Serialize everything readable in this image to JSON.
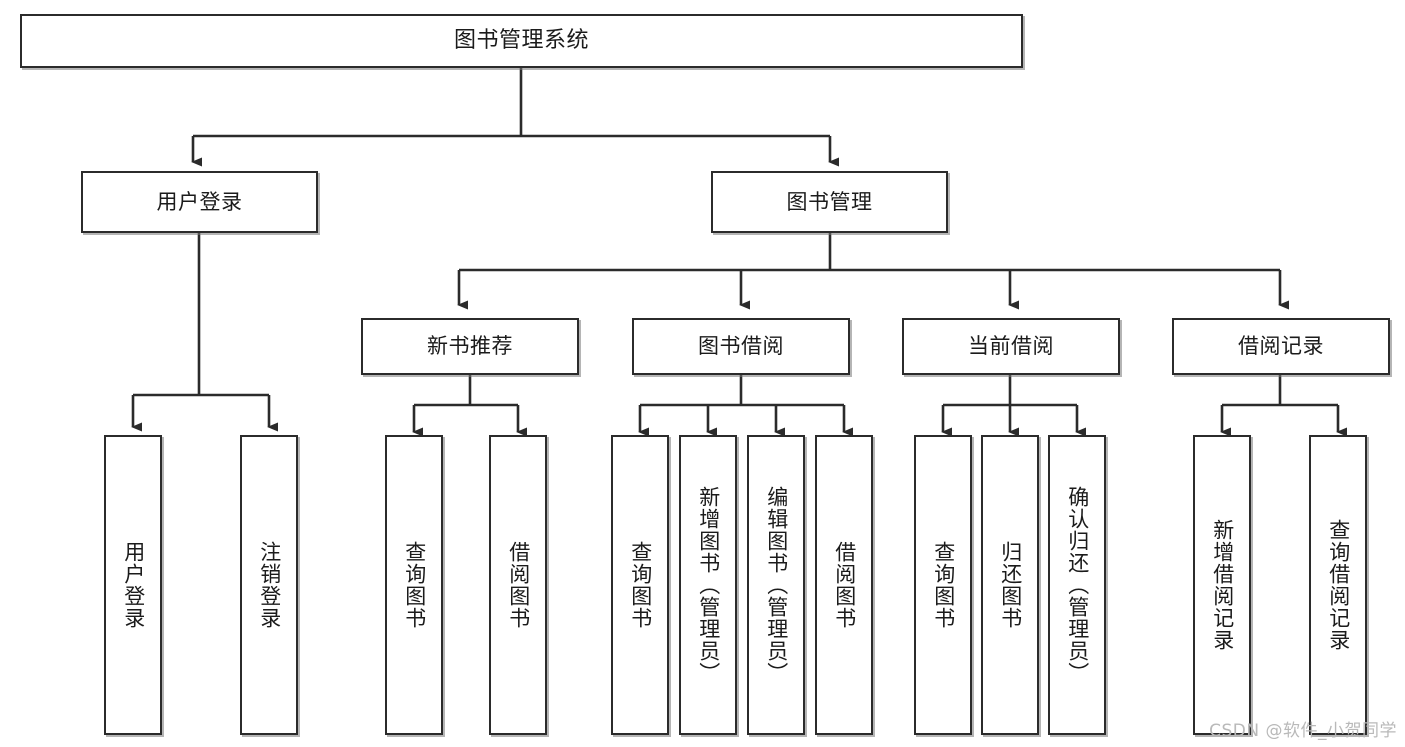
{
  "diagram": {
    "title": "图书管理系统",
    "type": "tree-hierarchy",
    "watermark": "CSDN @软件_小贺同学",
    "colors": {
      "border": "#2b2b2b",
      "background": "#ffffff",
      "text": "#1b1b1b",
      "watermark": "#b9b9b9"
    },
    "nodes": {
      "root": {
        "label": "图书管理系统"
      },
      "level2": [
        {
          "id": "user-login",
          "label": "用户登录"
        },
        {
          "id": "book-manage",
          "label": "图书管理"
        }
      ],
      "level3": [
        {
          "id": "new-book-recommend",
          "label": "新书推荐"
        },
        {
          "id": "book-borrow",
          "label": "图书借阅"
        },
        {
          "id": "current-borrow",
          "label": "当前借阅"
        },
        {
          "id": "borrow-record",
          "label": "借阅记录"
        }
      ],
      "leaves": {
        "user-login": [
          {
            "id": "leaf-user-login",
            "label": "用户登录"
          },
          {
            "id": "leaf-logout-login",
            "label": "注销登录"
          }
        ],
        "new-book-recommend": [
          {
            "id": "leaf-query-book-1",
            "label": "查询图书"
          },
          {
            "id": "leaf-borrow-book-1",
            "label": "借阅图书"
          }
        ],
        "book-borrow": [
          {
            "id": "leaf-query-book-2",
            "label": "查询图书"
          },
          {
            "id": "leaf-add-book",
            "label": "新增图书（管理员）"
          },
          {
            "id": "leaf-edit-book",
            "label": "编辑图书（管理员）"
          },
          {
            "id": "leaf-borrow-book-2",
            "label": "借阅图书"
          }
        ],
        "current-borrow": [
          {
            "id": "leaf-query-book-3",
            "label": "查询图书"
          },
          {
            "id": "leaf-return-book",
            "label": "归还图书"
          },
          {
            "id": "leaf-confirm-return",
            "label": "确认归还（管理员）"
          }
        ],
        "borrow-record": [
          {
            "id": "leaf-add-record",
            "label": "新增借阅记录"
          },
          {
            "id": "leaf-query-record",
            "label": "查询借阅记录"
          }
        ]
      }
    }
  }
}
